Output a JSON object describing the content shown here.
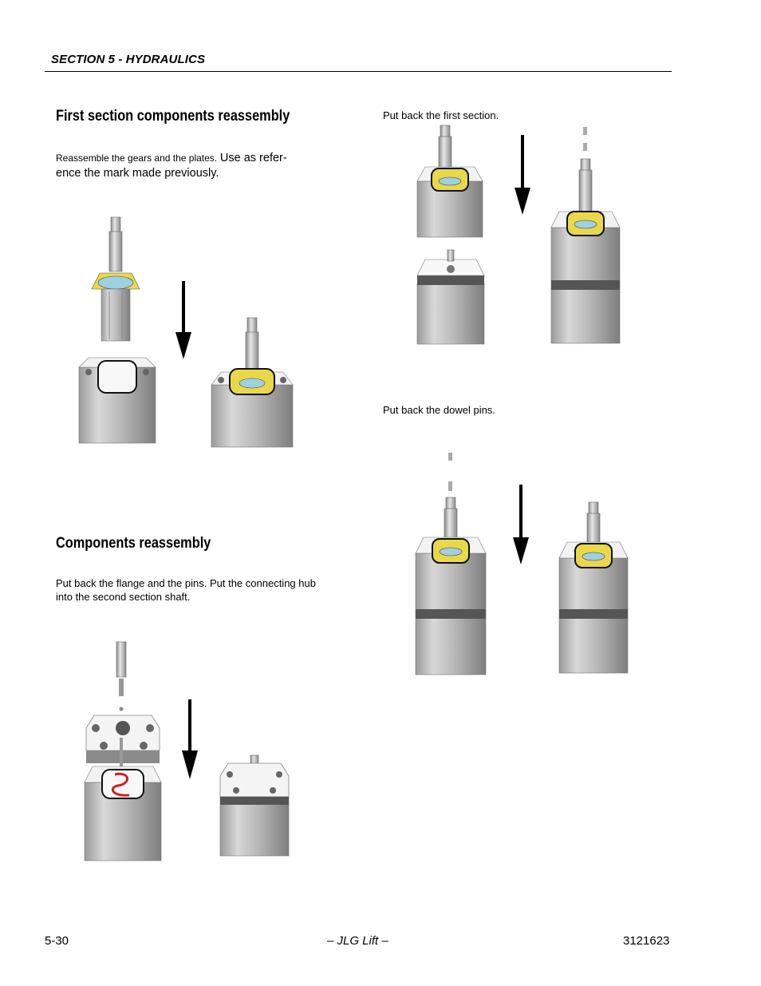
{
  "header": {
    "section_title": "SECTION 5 - HYDRAULICS"
  },
  "left": {
    "first_heading": "First section components reassembly",
    "first_text_part1": "Reassemble the gears and the plates.",
    "first_text_part2": "Use as refer-",
    "first_text_line2": "ence the mark made previously.",
    "components_heading": "Components reassembly",
    "components_text_line1": "Put back the flange and the pins. Put the connecting hub",
    "components_text_line2": "into the second section shaft."
  },
  "right": {
    "caption_first_section": "Put back the first section.",
    "caption_dowel_pins": "Put back the dowel pins."
  },
  "footer": {
    "page_number": "5-30",
    "center": "– JLG Lift –",
    "doc_number": "3121623"
  }
}
